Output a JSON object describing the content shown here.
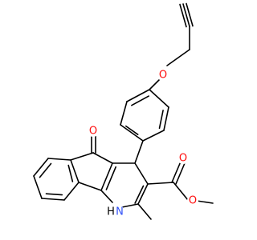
{
  "colors": {
    "background": "#ffffff",
    "bond": "#000000",
    "oxygen": "#ff0d0d",
    "nitrogen": "#3050f8",
    "carbon": "#000000"
  },
  "atom_labels": {
    "ketone_o": "O",
    "ether_o": "O",
    "ester_carbonyl_o": "O",
    "ester_o": "O",
    "nh": "H",
    "n": "N"
  }
}
